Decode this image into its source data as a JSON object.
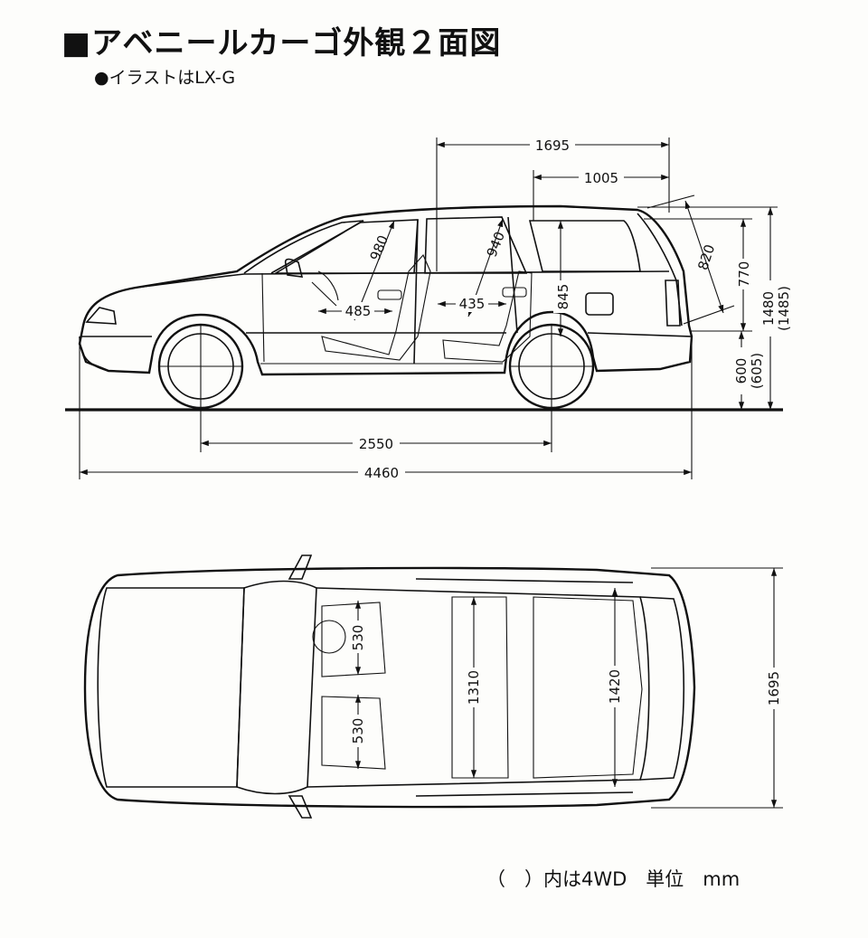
{
  "title": "■アベニールカーゴ外観２面図",
  "subtitle": "●イラストはLX-G",
  "footnote": "（　）内は4WD　単位　mm",
  "side_view": {
    "dim_1695": "1695",
    "dim_1005": "1005",
    "dim_980": "980",
    "dim_940": "940",
    "dim_485": "485",
    "dim_435": "435",
    "dim_845": "845",
    "dim_820": "820",
    "dim_770": "770",
    "dim_1480": "1480",
    "dim_1480_4wd": "(1485)",
    "dim_600": "600",
    "dim_600_4wd": "(605)",
    "wheelbase": "2550",
    "overall_length": "4460"
  },
  "top_view": {
    "dim_530_upper": "530",
    "dim_530_lower": "530",
    "dim_1310": "1310",
    "dim_1420": "1420",
    "overall_width": "1695"
  }
}
